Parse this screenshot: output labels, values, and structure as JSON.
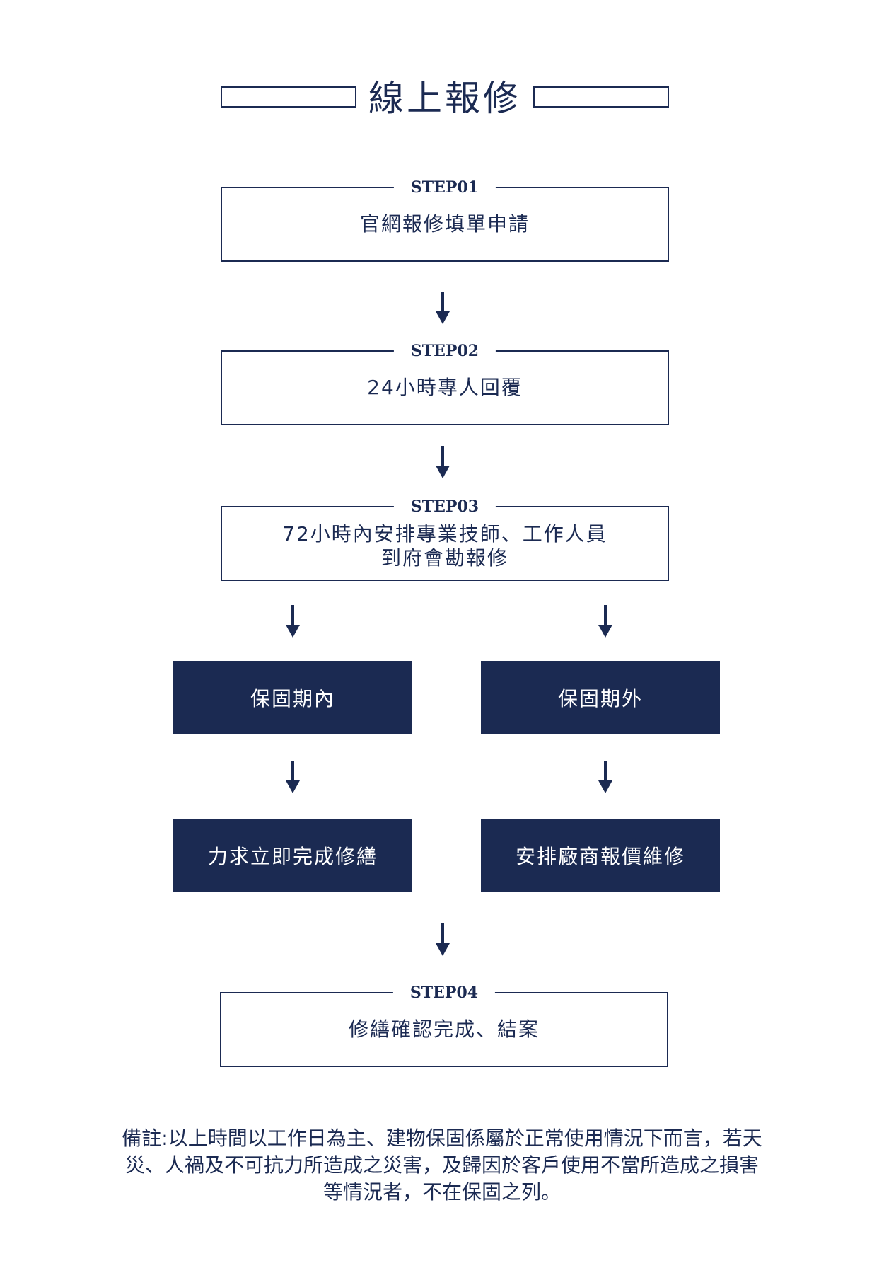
{
  "title": "線上報修",
  "steps": [
    {
      "label": "STEP01",
      "lines": [
        "官網報修填單申請"
      ]
    },
    {
      "label": "STEP02",
      "lines": [
        "24小時專人回覆"
      ]
    },
    {
      "label": "STEP03",
      "lines": [
        "72小時內安排專業技師、工作人員",
        "到府會勘報修"
      ]
    },
    {
      "label": "STEP04",
      "lines": [
        "修繕確認完成、結案"
      ]
    }
  ],
  "branches": {
    "in_warranty": {
      "label": "保固期內",
      "result": "力求立即完成修繕"
    },
    "out_warranty": {
      "label": "保固期外",
      "result": "安排廠商報價維修"
    }
  },
  "note": {
    "lines": [
      "備註:以上時間以工作日為主、建物保固係屬於正常使用情況下而言，若天",
      "災、人禍及不可抗力所造成之災害，及歸因於客戶使用不當所造成之損害",
      "等情況者，不在保固之列。"
    ]
  },
  "colors": {
    "primary": "#1b2a52",
    "background": "#ffffff"
  },
  "icons": {
    "arrow": "arrow-down-icon"
  }
}
